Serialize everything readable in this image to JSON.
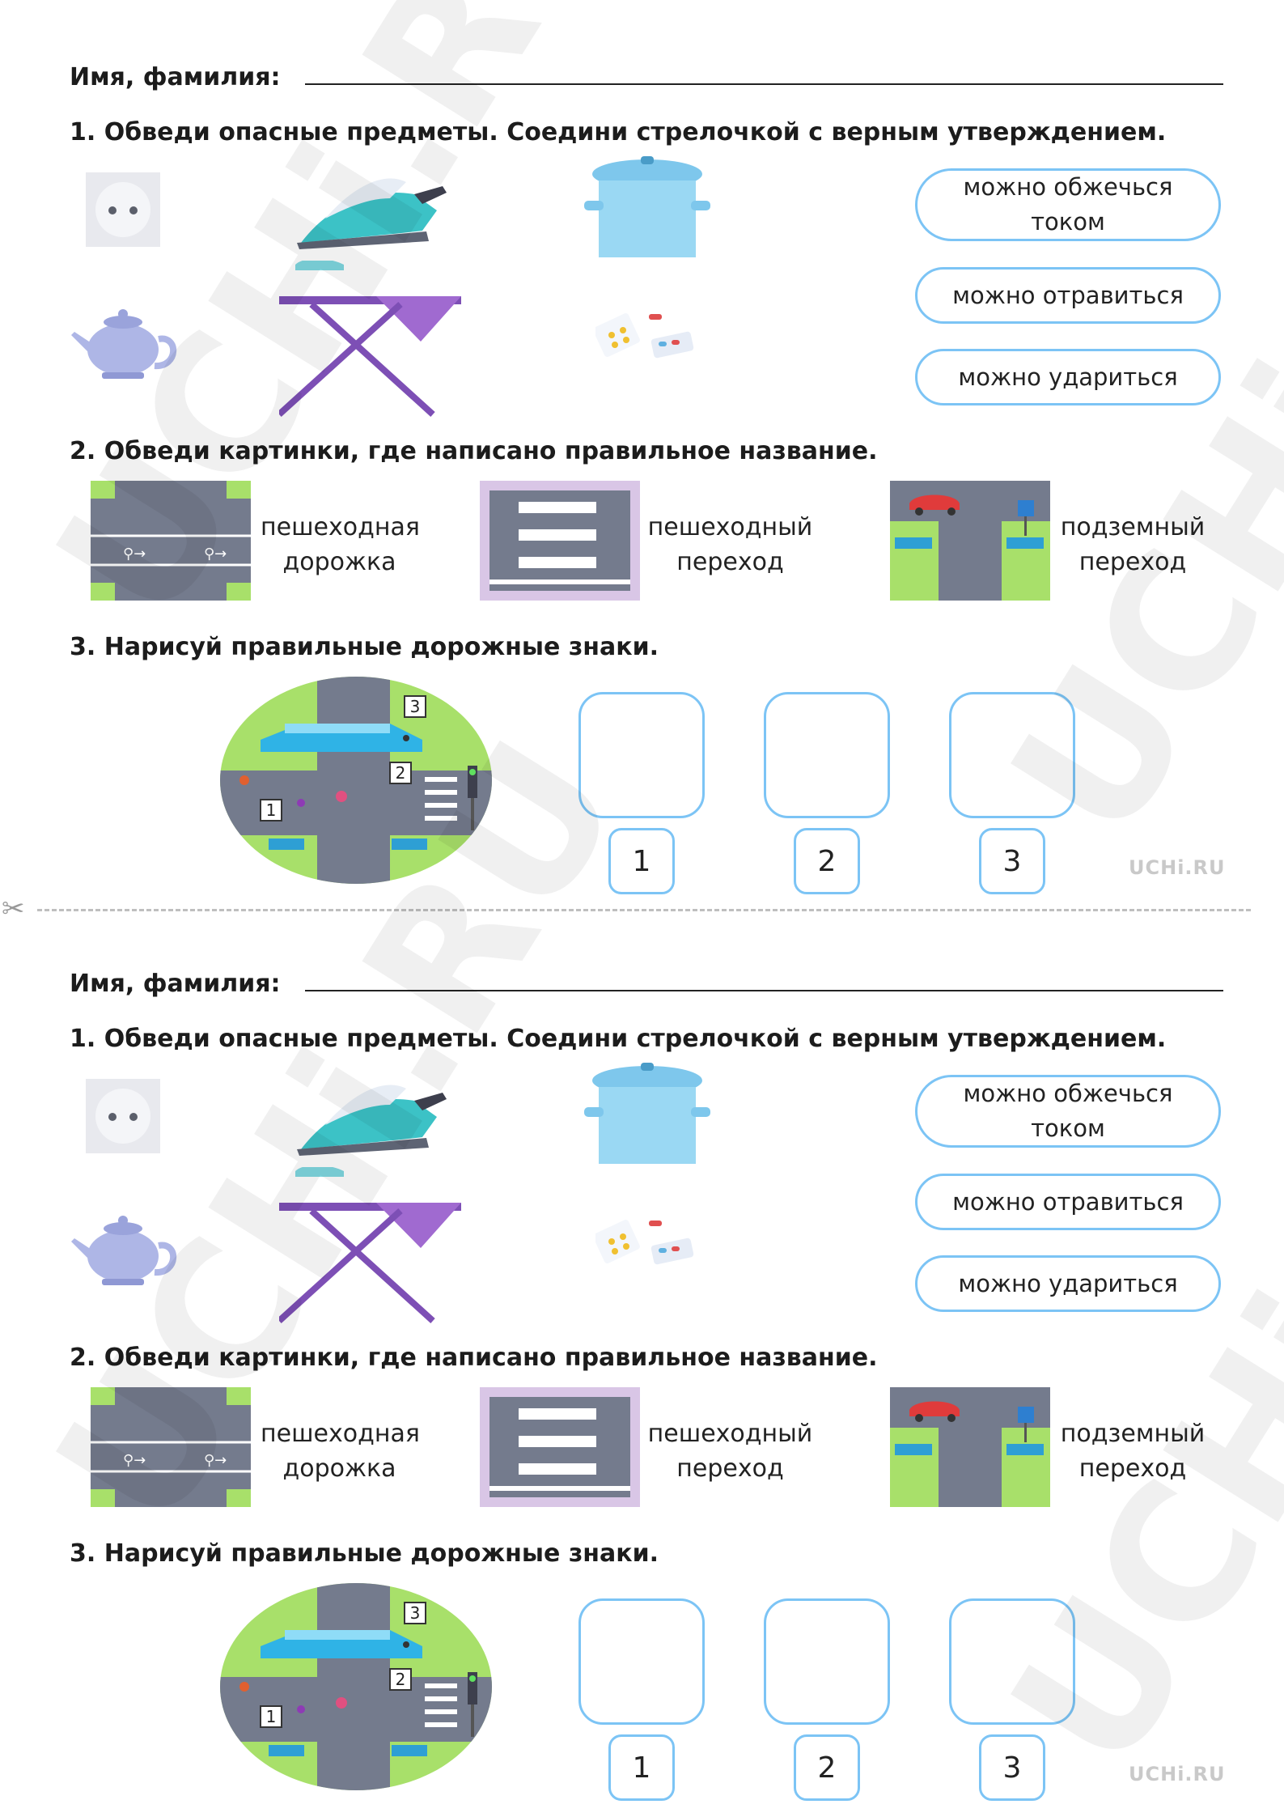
{
  "name_label": "Имя, фамилия:",
  "task1": {
    "title": "1. Обведи опасные предметы. Соедини стрелочкой с верным утверждением.",
    "statements": [
      "можно обжечься\nтоком",
      "можно отравиться",
      "можно удариться"
    ],
    "items": [
      "socket-icon",
      "iron-icon",
      "pot-icon",
      "teapot-icon",
      "ironing-board-icon",
      "pills-icon"
    ]
  },
  "task2": {
    "title": "2. Обведи картинки, где написано правильное название.",
    "pictures": [
      {
        "icon": "bike-path-icon",
        "caption": "пешеходная\nдорожка"
      },
      {
        "icon": "zebra-crossing-icon",
        "caption": "пешеходный\nпереход"
      },
      {
        "icon": "underground-crossing-icon",
        "caption": "подземный\nпереход"
      }
    ]
  },
  "task3": {
    "title": "3. Нарисуй правильные дорожные знаки.",
    "map_labels": [
      "1",
      "2",
      "3"
    ],
    "boxes": [
      "1",
      "2",
      "3"
    ]
  },
  "logo": "UCHi.RU",
  "watermark": "UCHi.RU",
  "colors": {
    "accent_blue": "#7cc4f5",
    "road_gray": "#747b8d",
    "grass_green": "#a8e06a",
    "teal": "#4dc9c9",
    "violet": "#8e5bc5"
  }
}
